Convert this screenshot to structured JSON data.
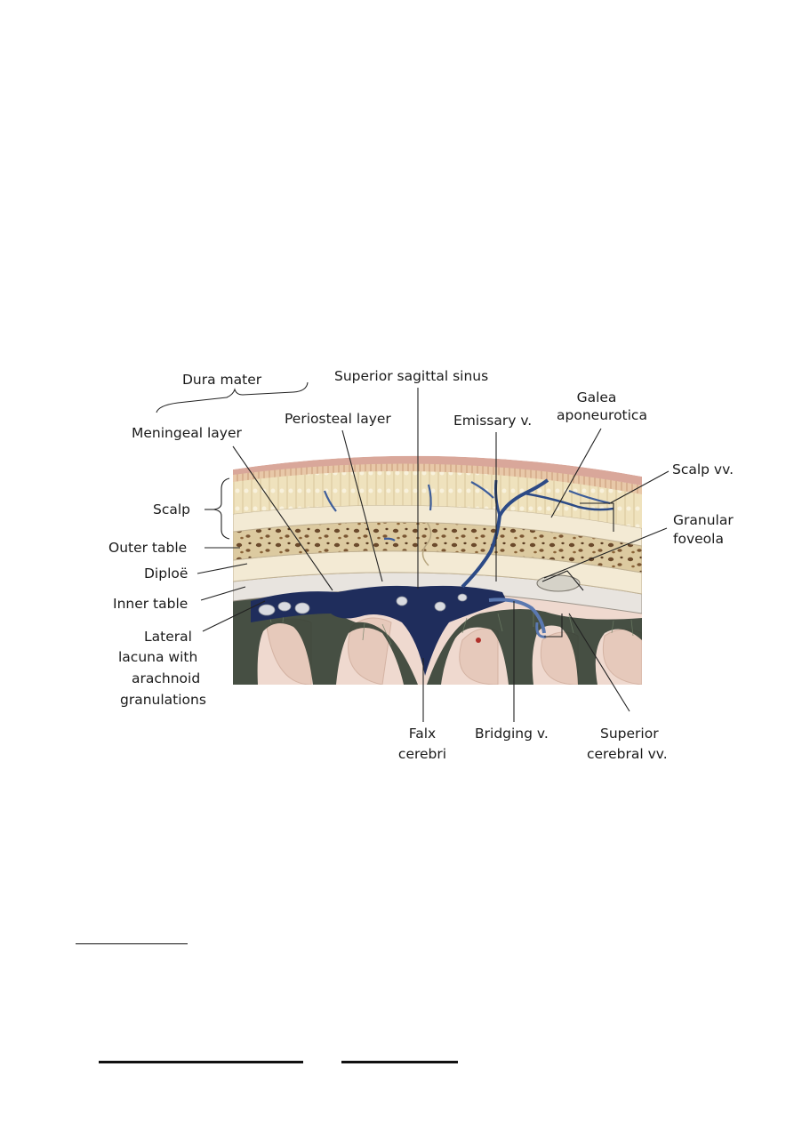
{
  "figure": {
    "labels": {
      "dura_mater": "Dura mater",
      "superior_sagittal_sinus": "Superior sagittal sinus",
      "galea_line1": "Galea",
      "galea_line2": "aponeurotica",
      "meningeal_layer": "Meningeal layer",
      "periosteal_layer": "Periosteal layer",
      "emissary_v": "Emissary v.",
      "scalp_vv": "Scalp vv.",
      "scalp": "Scalp",
      "granular_line1": "Granular",
      "granular_line2": "foveola",
      "outer_table": "Outer table",
      "diploe": "Diploë",
      "inner_table": "Inner table",
      "lateral_line1": "Lateral",
      "lateral_line2": "lacuna with",
      "lateral_line3": "arachnoid",
      "lateral_line4": "granulations",
      "falx_line1": "Falx",
      "falx_line2": "cerebri",
      "bridging_v": "Bridging v.",
      "superior_line1": "Superior",
      "superior_line2": "cerebral vv."
    },
    "colors": {
      "skin": "#d9a79a",
      "scalp_tissue": "#efe2bd",
      "bone_table": "#f3ead4",
      "diploe": "#d9c49a",
      "diploe_spots": "#6b4a2c",
      "dura": "#e8e4df",
      "venous_blood": "#1f2d5c",
      "vein_highlight": "#5a78b0",
      "pia_dark": "#2f3b30",
      "brain": "#efd9cf",
      "sulcus": "#e6c9bb",
      "artery_red": "#b0302a"
    }
  }
}
